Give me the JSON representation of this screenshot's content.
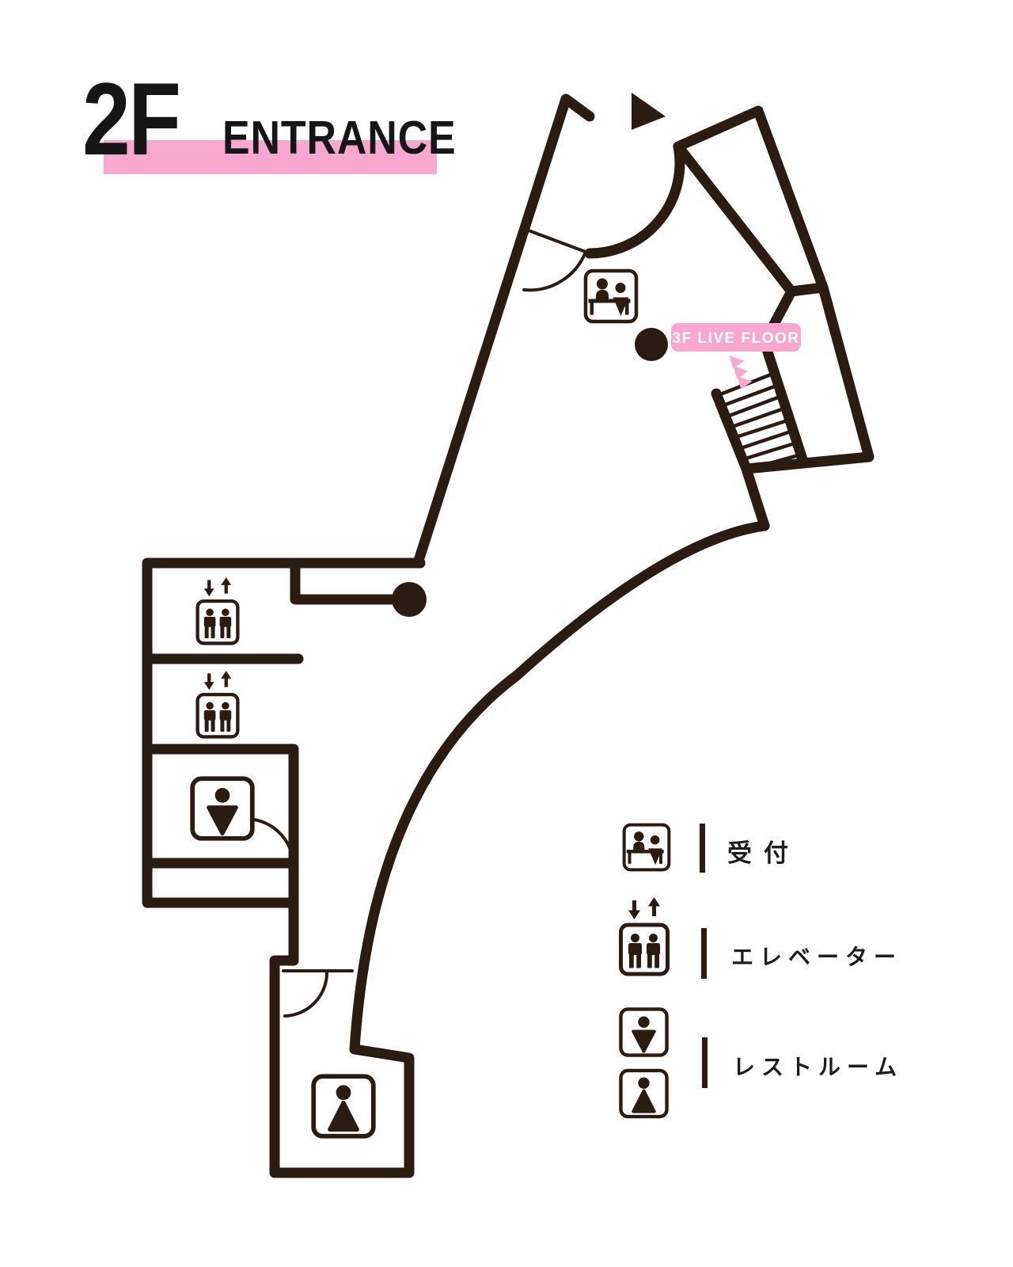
{
  "title": {
    "floor": "2F",
    "label": "ENTRANCE"
  },
  "map": {
    "live_floor_tag": "3F LIVE FLOOR",
    "markers": [
      "entrance-arrow",
      "reception",
      "elevator",
      "elevator",
      "restroom-men",
      "restroom-women",
      "stairs-to-3f",
      "route-dot",
      "route-dot"
    ]
  },
  "legend": {
    "items": [
      {
        "icon": "reception-icon",
        "label": "受付"
      },
      {
        "icon": "elevator-icon",
        "label": "エレベーター"
      },
      {
        "icon": "restroom-icon",
        "label": "レストルーム"
      }
    ]
  },
  "colors": {
    "ink": "#2A1B13",
    "pink": "#F8A8CF",
    "tag_text": "#FFFFFF"
  }
}
